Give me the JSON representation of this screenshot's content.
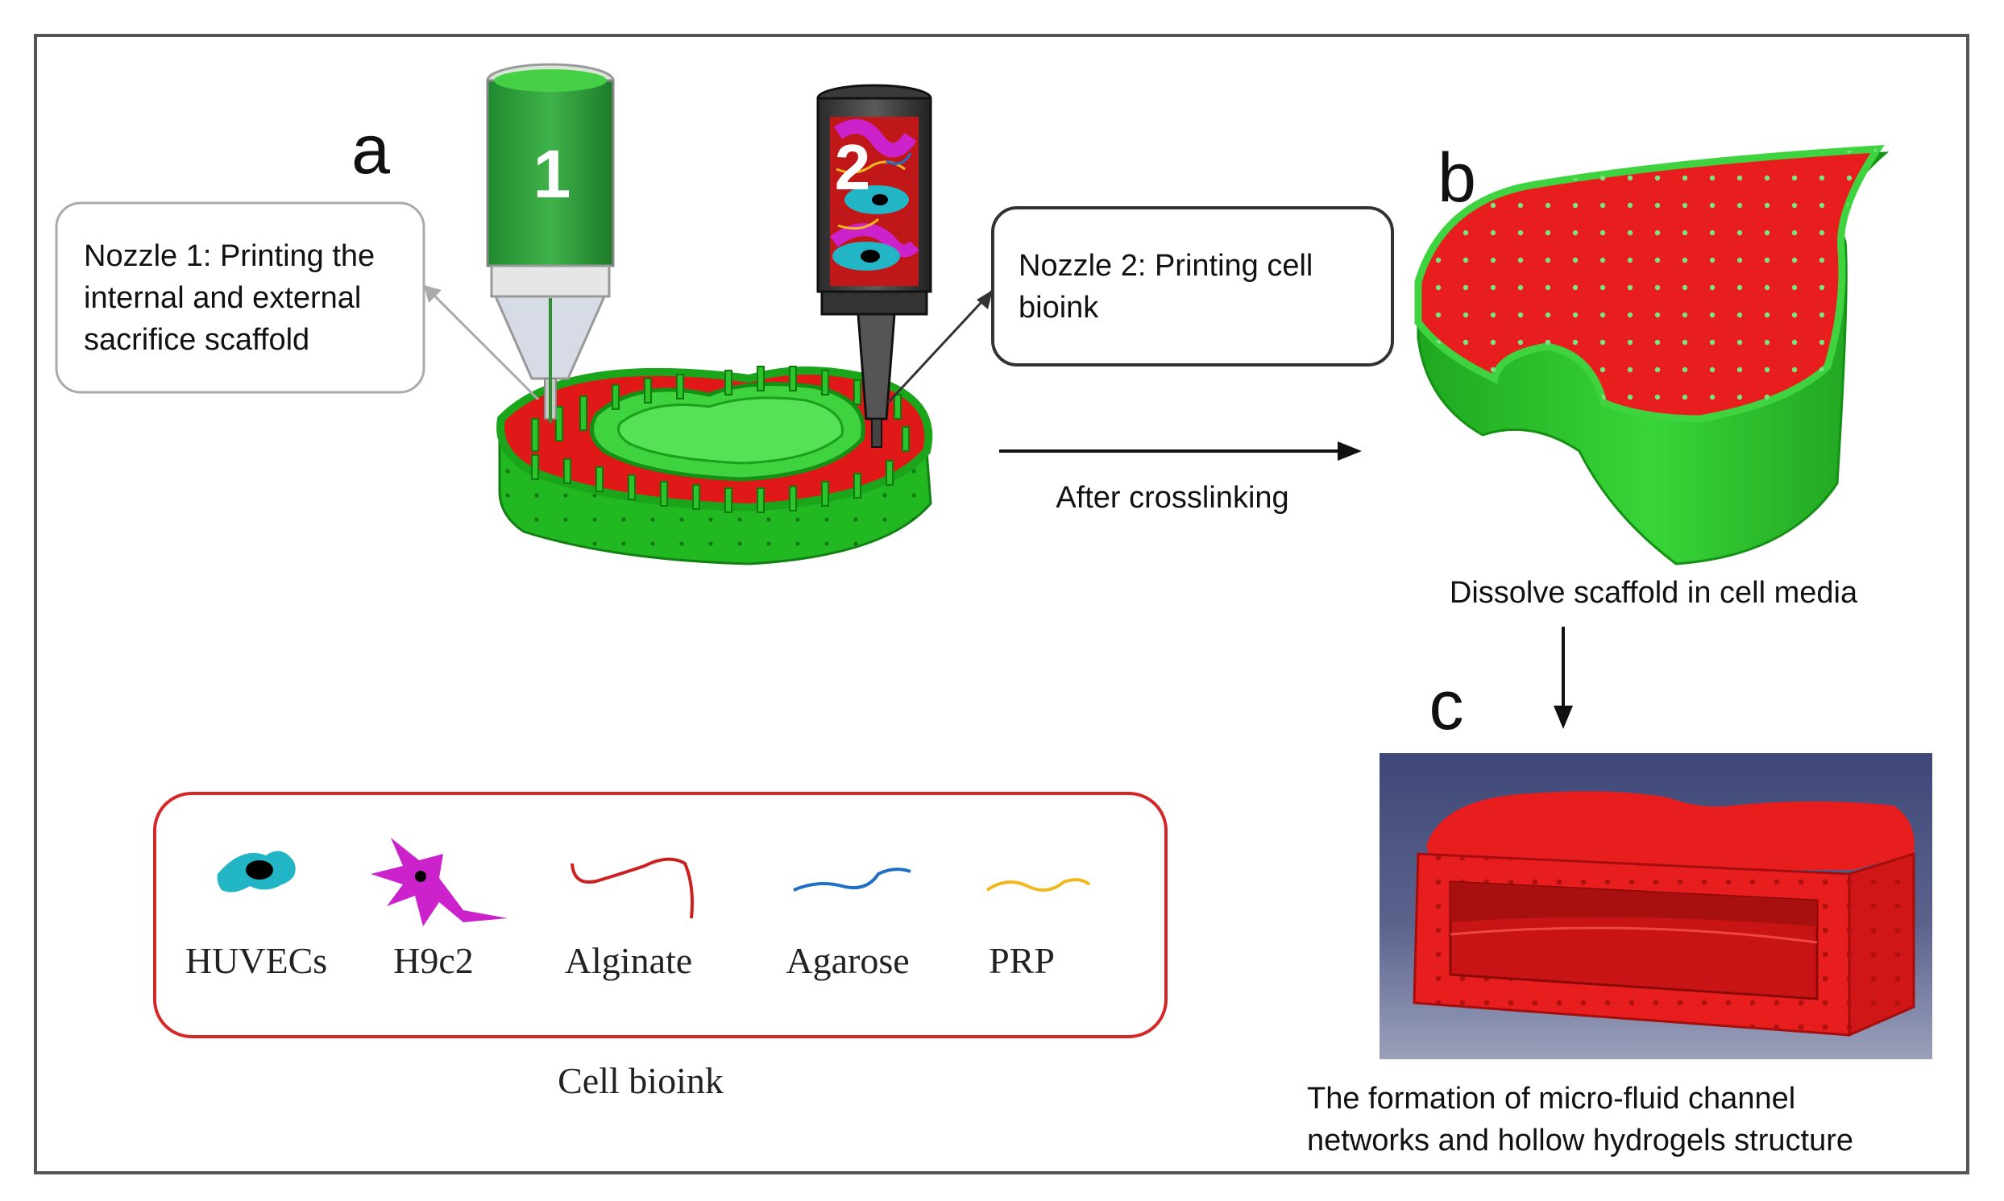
{
  "panels": {
    "a": "a",
    "b": "b",
    "c": "c"
  },
  "nozzles": {
    "nozzle1_number": "1",
    "nozzle2_number": "2",
    "nozzle1_callout": [
      "Nozzle 1: Printing the",
      "internal and external",
      "sacrifice scaffold"
    ],
    "nozzle2_callout": [
      "Nozzle 2: Printing cell",
      "bioink"
    ]
  },
  "steps": {
    "after_crosslinking": "After crosslinking",
    "dissolve": "Dissolve scaffold in cell media",
    "formation": [
      "The formation of  micro-fluid channel",
      "networks and hollow hydrogels  structure"
    ]
  },
  "legend": {
    "title": "Cell bioink",
    "items": [
      {
        "label": "HUVECs",
        "icon": "huvec-cell-icon",
        "color": "#22b5c6"
      },
      {
        "label": "H9c2",
        "icon": "h9c2-cell-icon",
        "color": "#cc22cc"
      },
      {
        "label": "Alginate",
        "icon": "alginate-fiber-icon",
        "color": "#cc2020"
      },
      {
        "label": "Agarose",
        "icon": "agarose-fiber-icon",
        "color": "#1f6fc4"
      },
      {
        "label": "PRP",
        "icon": "prp-fiber-icon",
        "color": "#f0b81e"
      }
    ]
  },
  "colors": {
    "scaffold_green": "#2fd12f",
    "bioink_red": "#e81e1e",
    "legend_border": "#d42828",
    "frame": "#555555"
  }
}
